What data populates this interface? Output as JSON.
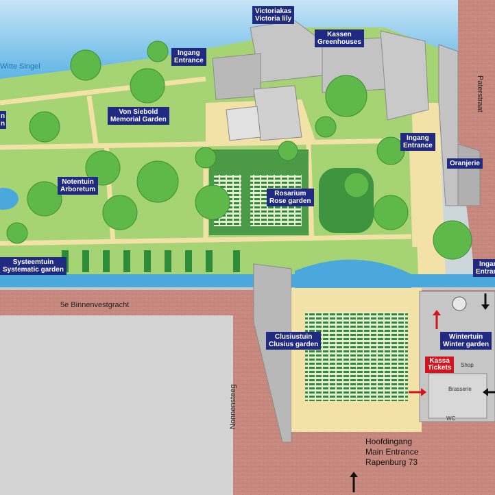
{
  "water": {
    "witte_singel": "Witte Singel",
    "canal": "5e Binnenvestgracht"
  },
  "streets": {
    "paterstraat": "Paterstraat",
    "nonnensteeg": "Nonnensteeg"
  },
  "labels": {
    "victoriakas": [
      "Victoriakas",
      "Victoria lily"
    ],
    "kassen": [
      "Kassen",
      "Greenhouses"
    ],
    "ingang_top": [
      "Ingang",
      "Entrance"
    ],
    "von_siebold": [
      "Von Siebold",
      "Memorial Garden"
    ],
    "ingang_right": [
      "Ingang",
      "Entrance"
    ],
    "oranjerie": [
      "Oranjerie"
    ],
    "notentuin": [
      "Notentuin",
      "Arboretum"
    ],
    "rosarium": [
      "Rosarium",
      "Rose garden"
    ],
    "systeemtuin": [
      "Systeemtuin",
      "Systematic garden"
    ],
    "clusiustuin": [
      "Clusiustuin",
      "Clusius garden"
    ],
    "wintertuin": [
      "Wintertuin",
      "Winter garden"
    ],
    "left_cut": [
      "n",
      "n"
    ],
    "ingang_edge": [
      "Ingang",
      "Entrance"
    ]
  },
  "kassa": [
    "Kassa",
    "Tickets"
  ],
  "facilities": {
    "shop": "Shop",
    "brasserie": "Brasserie",
    "wc": "WC"
  },
  "main_entrance": {
    "line1": "Hoofdingang",
    "line2": "Main Entrance",
    "line3": "Rapenburg 73"
  },
  "colors": {
    "label_bg": "#1f2a80",
    "kassa_bg": "#d4141c",
    "grass": "#9ccf6a",
    "path": "#f3e2a8",
    "water": "#4aa8dc",
    "brick": "#c98a80"
  }
}
